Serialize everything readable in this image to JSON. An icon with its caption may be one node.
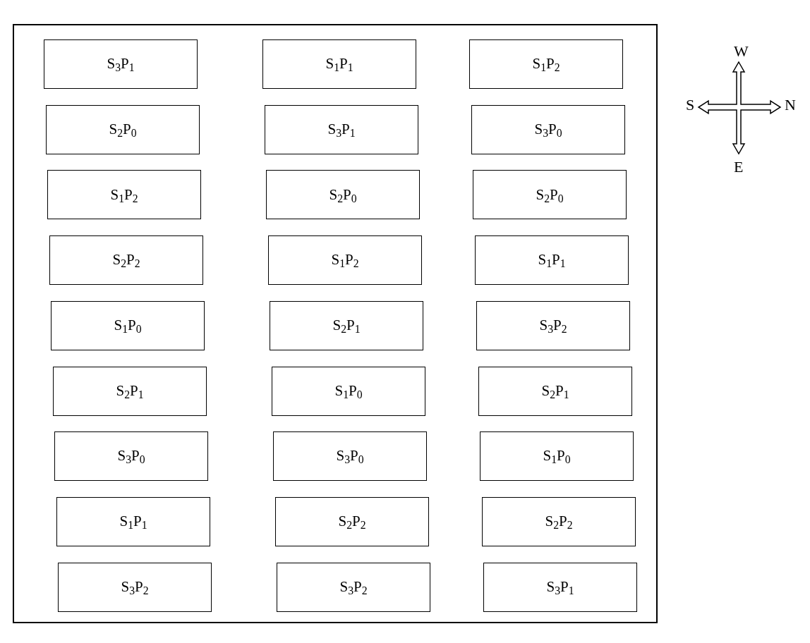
{
  "diagram": {
    "nodes": [
      {
        "text": [],
        "shape": "box"
      },
      {
        "text": [
          "S$_{3}$P$_{1}$"
        ],
        "in": 0
      },
      {
        "text": [
          "S$_{1}$P$_{1}$"
        ],
        "in": 0
      },
      {
        "text": [
          "S$_{1}$P$_{2}$"
        ],
        "in": 0
      },
      {
        "text": [
          "S$_{2}$P$_{0}$"
        ],
        "in": 0
      },
      {
        "text": [
          "S$_{3}$P$_{1}$"
        ],
        "in": 0
      },
      {
        "text": [
          "S$_{3}$P$_{0}$"
        ],
        "in": 0
      },
      {
        "text": [
          "S$_{1}$P$_{2}$"
        ],
        "in": 0
      },
      {
        "text": [
          "S$_{2}$P$_{0}$"
        ],
        "in": 0
      },
      {
        "text": [
          "S$_{2}$P$_{0}$"
        ],
        "in": 0
      },
      {
        "text": [
          "S$_{2}$P$_{2}$"
        ],
        "in": 0
      },
      {
        "text": [
          "S$_{1}$P$_{2}$"
        ],
        "in": 0
      },
      {
        "text": [
          "S$_{1}$P$_{1}$"
        ],
        "in": 0
      },
      {
        "text": [
          "S$_{1}$P$_{0}$"
        ],
        "in": 0
      },
      {
        "text": [
          "S$_{2}$P$_{1}$"
        ],
        "in": 0
      },
      {
        "text": [
          "S$_{3}$P$_{2}$"
        ],
        "in": 0
      },
      {
        "text": [
          "S$_{2}$P$_{1}$"
        ],
        "in": 0
      },
      {
        "text": [
          "S$_{1}$P$_{0}$"
        ],
        "in": 0
      },
      {
        "text": [
          "S$_{2}$P$_{1}$"
        ],
        "in": 0
      },
      {
        "text": [
          "S$_{3}$P$_{0}$"
        ],
        "in": 0
      },
      {
        "text": [
          "S$_{3}$P$_{0}$"
        ],
        "in": 0
      },
      {
        "text": [
          "S$_{1}$P$_{0}$"
        ],
        "in": 0
      },
      {
        "text": [
          "S$_{1}$P$_{1}$"
        ],
        "in": 0
      },
      {
        "text": [
          "S$_{2}$P$_{2}$"
        ],
        "in": 0
      },
      {
        "text": [
          "S$_{2}$P$_{2}$"
        ],
        "in": 0
      },
      {
        "text": [
          "S$_{3}$P$_{2}$"
        ],
        "in": 0
      },
      {
        "text": [
          "S$_{3}$P$_{2}$"
        ],
        "in": 0
      },
      {
        "text": [
          "S$_{3}$P$_{1}$"
        ],
        "in": 0
      }
    ],
    "labels": [
      "W",
      "S",
      "N",
      "E"
    ]
  }
}
